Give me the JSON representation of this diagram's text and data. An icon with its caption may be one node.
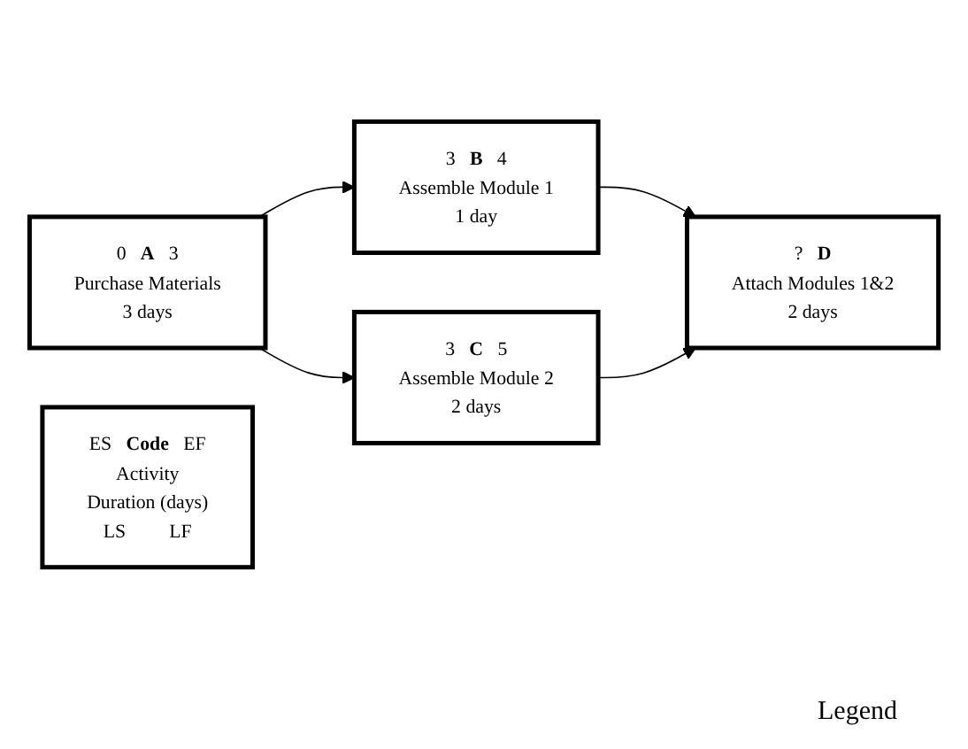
{
  "diagram": {
    "nodes": [
      {
        "text": [
          "0",
          "A",
          "3",
          "Purchase Materials",
          "3 days"
        ]
      },
      {
        "text": [
          "3",
          "B",
          "4",
          "Assemble Module 1",
          "1 day"
        ]
      },
      {
        "text": [
          "3",
          "C",
          "5",
          "Assemble Module 2",
          "2 days"
        ]
      },
      {
        "text": [
          "?",
          "D",
          "Attach Modules 1&2",
          "2 days"
        ]
      },
      {
        "text": [
          "ES",
          "Code",
          "EF",
          "Activity",
          "Duration (days)",
          "LS",
          "LF"
        ]
      }
    ],
    "edges": [
      {
        "from": 0,
        "to": 1,
        "arrow": "to"
      },
      {
        "from": 0,
        "to": 2,
        "arrow": "to"
      },
      {
        "from": 1,
        "to": 3,
        "arrow": "to"
      },
      {
        "from": 2,
        "to": 3,
        "arrow": "to"
      }
    ],
    "labels": [
      "Legend"
    ]
  }
}
